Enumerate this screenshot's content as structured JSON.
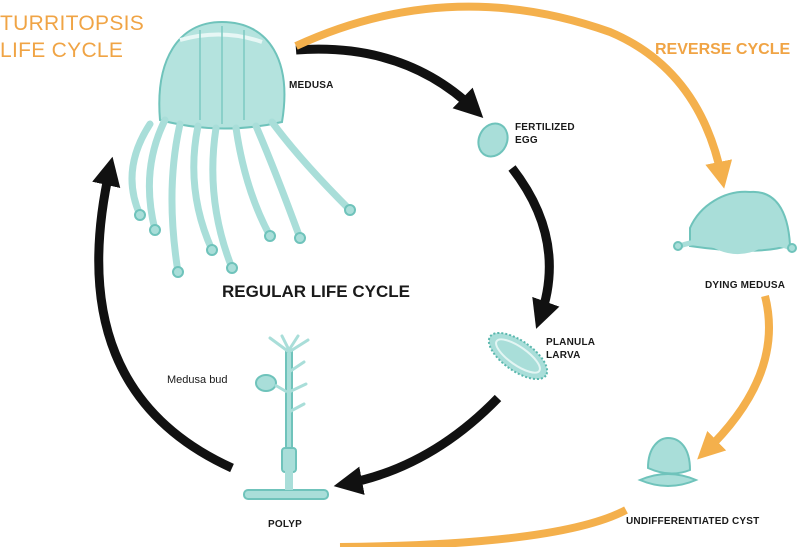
{
  "title": "TURRITOPSIS\nLIFE CYCLE",
  "reverse_cycle_label": "REVERSE CYCLE",
  "regular_cycle_label": "REGULAR LIFE CYCLE",
  "stages": {
    "medusa": "MEDUSA",
    "fertilized_egg": "FERTILIZED\nEGG",
    "planula_larva": "PLANULA\nLARVA",
    "polyp": "POLYP",
    "medusa_bud": "Medusa bud",
    "dying_medusa": "DYING MEDUSA",
    "undifferentiated_cyst": "UNDIFFERENTIATED CYST"
  },
  "colors": {
    "regular_arrow": "#111111",
    "reverse_arrow": "#f4b04c",
    "organism_fill": "#a9ded9",
    "organism_stroke": "#6fc3bb",
    "title": "#f0a445"
  },
  "icons": [
    "medusa-icon",
    "fertilized-egg-icon",
    "planula-larva-icon",
    "polyp-icon",
    "dying-medusa-icon",
    "cyst-icon"
  ]
}
